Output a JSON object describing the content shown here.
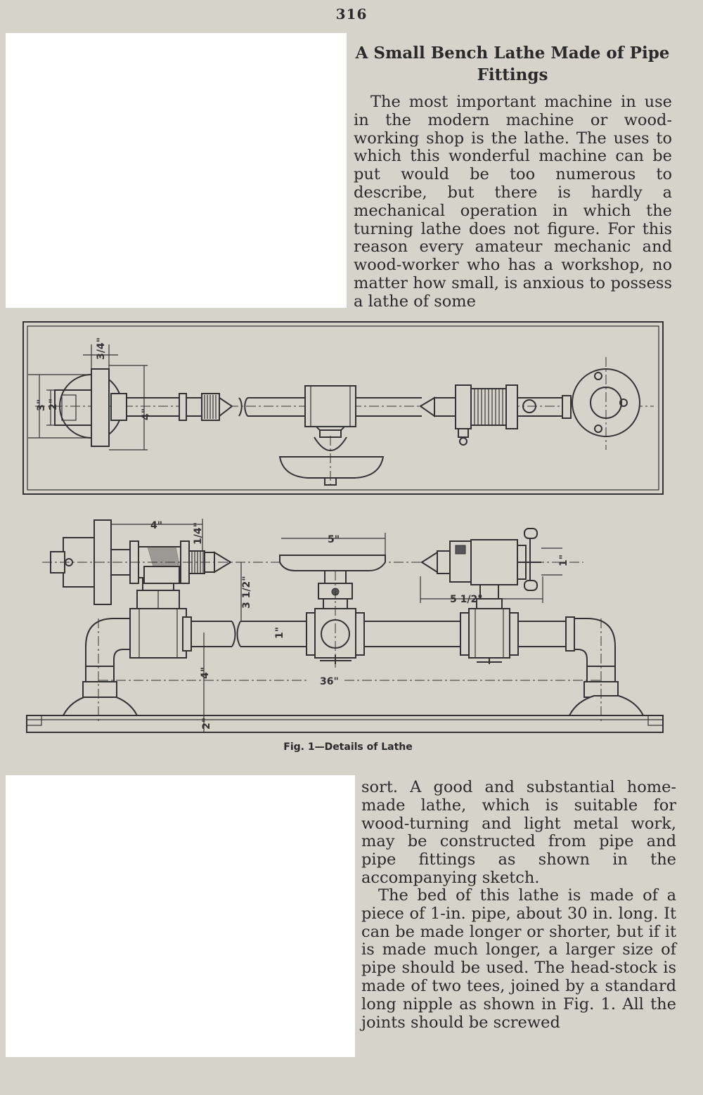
{
  "page": {
    "number": "316"
  },
  "article": {
    "title": "A Small Bench Lathe Made of Pipe Fittings",
    "para1": "The most important machine in use in the modern machine or wood-working shop is the lathe. The uses to which this wonderful machine can be put would be too numerous to describe, but there is hardly a mechanical operation in which the turning lathe does not figure. For this reason every amateur mechanic and wood-worker who has a workshop, no matter how small, is anxious to possess a lathe of some",
    "para2": "sort. A good and substantial home-made lathe, which is suitable for wood-turning and light metal work, may be constructed from pipe and pipe fittings as shown in the accompanying sketch.",
    "para3": "The bed of this lathe is made of a piece of 1-in. pipe, about 30 in. long. It can be made longer or shorter, but if it is made much longer, a larger size of pipe should be used. The head-stock is made of two tees, joined by a standard long nipple as shown in Fig. 1. All the joints should be screwed"
  },
  "figure": {
    "caption": "Fig. 1—Details of Lathe",
    "top_dims": {
      "d3": "3\"",
      "d2": "2\"",
      "d4": "4\"",
      "d34": "3/4\""
    },
    "bottom_dims": {
      "d4_head": "4\"",
      "d14": "1/4\"",
      "d5": "5\"",
      "d1_tail": "1\"",
      "d512": "5 1/2\"",
      "d312": "3 1/2\"",
      "d1_bed": "1\"",
      "d36": "36\"",
      "d4_height": "4\"",
      "d2_base": "2\""
    }
  }
}
